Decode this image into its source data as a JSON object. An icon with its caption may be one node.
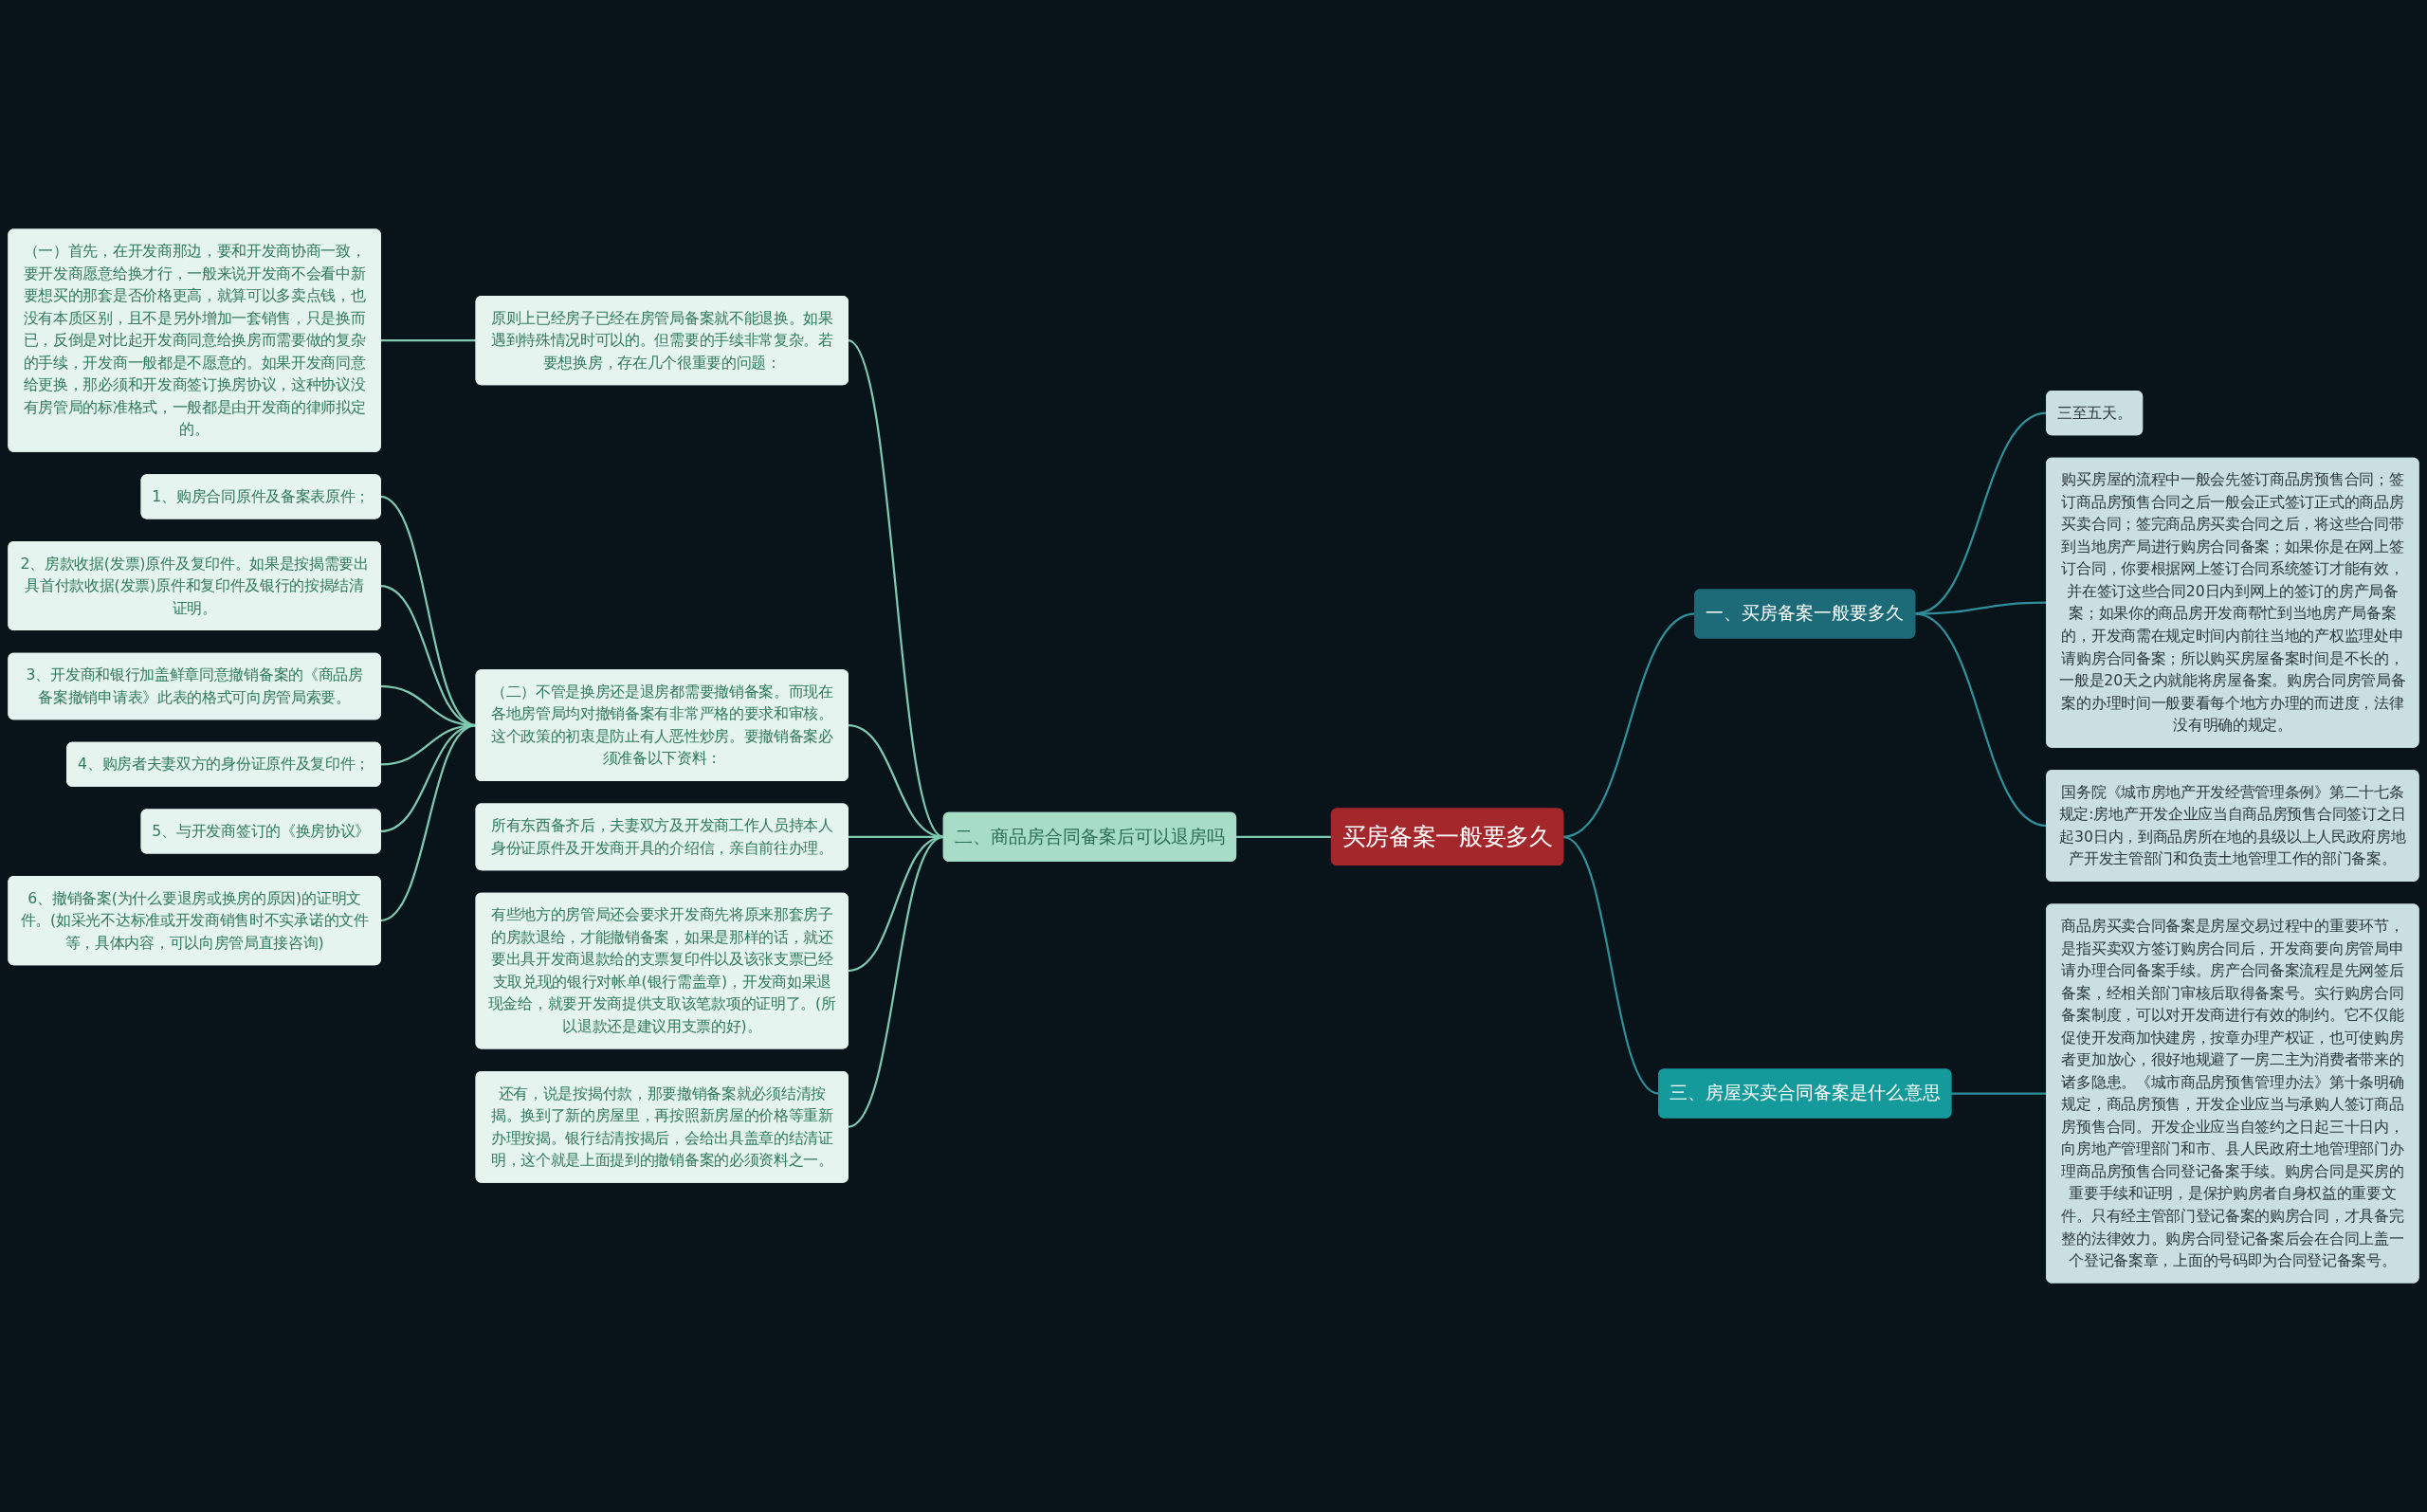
{
  "diagram": {
    "nodes": [
      {
        "text": [
          "买房备案一般要多久"
        ]
      },
      {
        "text": [
          "一、买房备案一般要多久"
        ]
      },
      {
        "text": [
          "三至五天。"
        ]
      },
      {
        "text": [
          "购买房屋的流程中一般会先签订商品房预售合同；签订商品房预售合同之后一般会正式签订正式的商品房买卖合同；签完商品房买卖合同之后，将这些合同带到当地房产局进行购房合同备案；如果你是在网上签订合同，你要根据网上签订合同系统签订才能有效，并在签订这些合同20日内到网上的签订的房产局备案；如果你的商品房开发商帮忙到当地房产局备案的，开发商需在规定时间内前往当地的产权监理处申请购房合同备案；所以购买房屋备案时间是不长的，一般是20天之内就能将房屋备案。购房合同房管局备案的办理时间一般要看每个地方办理的而进度，法律没有明确的规定。"
        ]
      },
      {
        "text": [
          "国务院《城市房地产开发经营管理条例》第二十七条规定:房地产开发企业应当自商品房预售合同签订之日起30日内，到商品房所在地的县级以上人民政府房地产开发主管部门和负责土地管理工作的部门备案。"
        ]
      },
      {
        "text": [
          "二、商品房合同备案后可以退房吗"
        ]
      },
      {
        "text": [
          "原则上已经房子已经在房管局备案就不能退换。如果遇到特殊情况时可以的。但需要的手续非常复杂。若要想换房，存在几个很重要的问题："
        ]
      },
      {
        "text": [
          "（一）首先，在开发商那边，要和开发商协商一致，要开发商愿意给换才行，一般来说开发商不会看中新要想买的那套是否价格更高，就算可以多卖点钱，也没有本质区别，且不是另外增加一套销售，只是换而已，反倒是对比起开发商同意给换房而需要做的复杂的手续，开发商一般都是不愿意的。如果开发商同意给更换，那必须和开发商签订换房协议，这种协议没有房管局的标准格式，一般都是由开发商的律师拟定的。"
        ]
      },
      {
        "text": [
          "（二）不管是换房还是退房都需要撤销备案。而现在各地房管局均对撤销备案有非常严格的要求和审核。这个政策的初衷是防止有人恶性炒房。要撤销备案必须准备以下资料："
        ]
      },
      {
        "text": [
          "1、购房合同原件及备案表原件；"
        ]
      },
      {
        "text": [
          "2、房款收据(发票)原件及复印件。如果是按揭需要出具首付款收据(发票)原件和复印件及银行的按揭结清证明。"
        ]
      },
      {
        "text": [
          "3、开发商和银行加盖鲜章同意撤销备案的《商品房备案撤销申请表》此表的格式可向房管局索要。"
        ]
      },
      {
        "text": [
          "4、购房者夫妻双方的身份证原件及复印件；"
        ]
      },
      {
        "text": [
          "5、与开发商签订的《换房协议》"
        ]
      },
      {
        "text": [
          "6、撤销备案(为什么要退房或换房的原因)的证明文件。(如采光不达标准或开发商销售时不实承诺的文件等，具体内容，可以向房管局直接咨询)"
        ]
      },
      {
        "text": [
          "所有东西备齐后，夫妻双方及开发商工作人员持本人身份证原件及开发商开具的介绍信，亲自前往办理。"
        ]
      },
      {
        "text": [
          "有些地方的房管局还会要求开发商先将原来那套房子的房款退给，才能撤销备案，如果是那样的话，就还要出具开发商退款给的支票复印件以及该张支票已经支取兑现的银行对帐单(银行需盖章)，开发商如果退现金给，就要开发商提供支取该笔款项的证明了。(所以退款还是建议用支票的好)。"
        ]
      },
      {
        "text": [
          "还有，说是按揭付款，那要撤销备案就必须结清按揭。换到了新的房屋里，再按照新房屋的价格等重新办理按揭。银行结清按揭后，会给出具盖章的结清证明，这个就是上面提到的撤销备案的必须资料之一。"
        ]
      },
      {
        "text": [
          "三、房屋买卖合同备案是什么意思"
        ]
      },
      {
        "text": [
          "商品房买卖合同备案是房屋交易过程中的重要环节，是指买卖双方签订购房合同后，开发商要向房管局申请办理合同备案手续。房产合同备案流程是先网签后备案，经相关部门审核后取得备案号。实行购房合同备案制度，可以对开发商进行有效的制约。它不仅能促使开发商加快建房，按章办理产权证，也可使购房者更加放心，很好地规避了一房二主为消费者带来的诸多隐患。《城市商品房预售管理办法》第十条明确规定，商品房预售，开发企业应当与承购人签订商品房预售合同。开发企业应当自签约之日起三十日内，向房地产管理部门和市、县人民政府土地管理部门办理商品房预售合同登记备案手续。购房合同是买房的重要手续和证明，是保护购房者自身权益的重要文件。只有经主管部门登记备案的购房合同，才具备完整的法律效力。购房合同登记备案后会在合同上盖一个登记备案章，上面的号码即为合同登记备案号。"
        ]
      }
    ],
    "edges": [
      {
        "from": 0,
        "to": 1,
        "arrow": "none",
        "color": "#2f8f9a"
      },
      {
        "from": 1,
        "to": 2,
        "arrow": "none",
        "color": "#2f8f9a"
      },
      {
        "from": 1,
        "to": 3,
        "arrow": "none",
        "color": "#2f8f9a"
      },
      {
        "from": 1,
        "to": 4,
        "arrow": "none",
        "color": "#2f8f9a"
      },
      {
        "from": 5,
        "to": 0,
        "arrow": "none"
      },
      {
        "from": 6,
        "to": 5,
        "arrow": "none"
      },
      {
        "from": 7,
        "to": 6,
        "arrow": "none"
      },
      {
        "from": 8,
        "to": 5,
        "arrow": "none"
      },
      {
        "from": 9,
        "to": 8,
        "arrow": "none"
      },
      {
        "from": 10,
        "to": 8,
        "arrow": "none"
      },
      {
        "from": 11,
        "to": 8,
        "arrow": "none"
      },
      {
        "from": 12,
        "to": 8,
        "arrow": "none"
      },
      {
        "from": 13,
        "to": 8,
        "arrow": "none"
      },
      {
        "from": 14,
        "to": 8,
        "arrow": "none"
      },
      {
        "from": 15,
        "to": 5,
        "arrow": "none"
      },
      {
        "from": 16,
        "to": 5,
        "arrow": "none"
      },
      {
        "from": 17,
        "to": 5,
        "arrow": "none"
      },
      {
        "from": 0,
        "to": 18,
        "arrow": "none",
        "color": "#2f8f9a"
      },
      {
        "from": 18,
        "to": 19,
        "arrow": "none",
        "color": "#2f8f9a"
      }
    ]
  }
}
